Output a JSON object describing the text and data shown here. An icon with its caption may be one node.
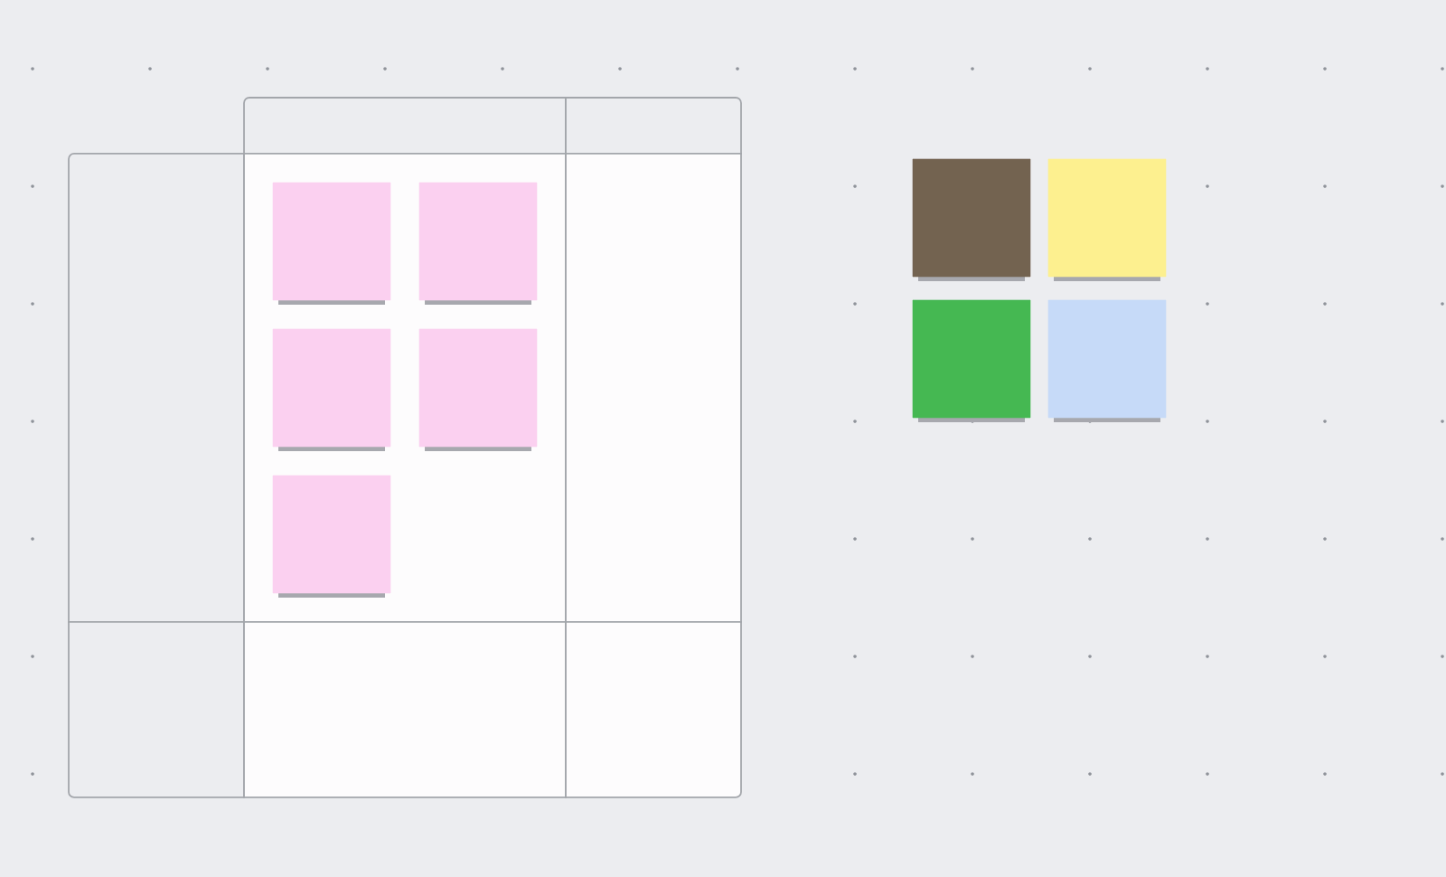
{
  "diagram": {
    "nodes": [
      {
        "text": [],
        "shape": "box"
      },
      {
        "text": [],
        "shape": "box"
      },
      {
        "text": [],
        "shape": "box"
      },
      {
        "text": [],
        "shape": "box"
      },
      {
        "text": [],
        "shape": "box",
        "in": 3
      },
      {
        "text": [],
        "shape": "box",
        "in": 3
      },
      {
        "text": [],
        "shape": "box",
        "in": 3
      },
      {
        "text": [],
        "shape": "box",
        "in": 3
      },
      {
        "text": [],
        "shape": "box",
        "in": 3
      },
      {
        "text": [],
        "shape": "box"
      },
      {
        "text": [],
        "shape": "box"
      },
      {
        "text": [],
        "shape": "box"
      },
      {
        "text": [],
        "shape": "box"
      },
      {
        "text": [],
        "shape": "box"
      },
      {
        "text": [],
        "shape": "box"
      },
      {
        "text": [],
        "shape": "box"
      },
      {
        "text": [],
        "shape": "box"
      }
    ]
  }
}
